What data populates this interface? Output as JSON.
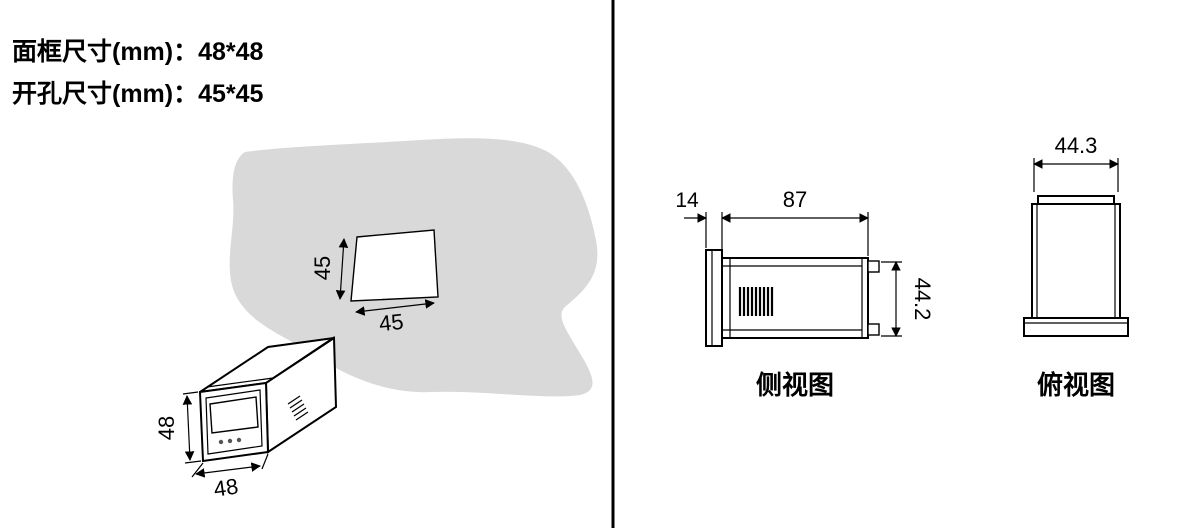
{
  "header": {
    "frame_size_line": "面框尺寸(mm)：48*48",
    "cutout_size_line": "开孔尺寸(mm)：45*45"
  },
  "panel_cutout": {
    "height_dim": "45",
    "width_dim": "45"
  },
  "meter_isometric": {
    "height_dim": "48",
    "width_dim": "48"
  },
  "side_view": {
    "label": "侧视图",
    "bezel_depth_dim": "14",
    "body_depth_dim": "87",
    "height_dim": "44.2"
  },
  "top_view": {
    "label": "俯视图",
    "width_dim": "44.3"
  },
  "colors": {
    "panel-fill": "#d9d9d9",
    "line-color": "#111111"
  }
}
